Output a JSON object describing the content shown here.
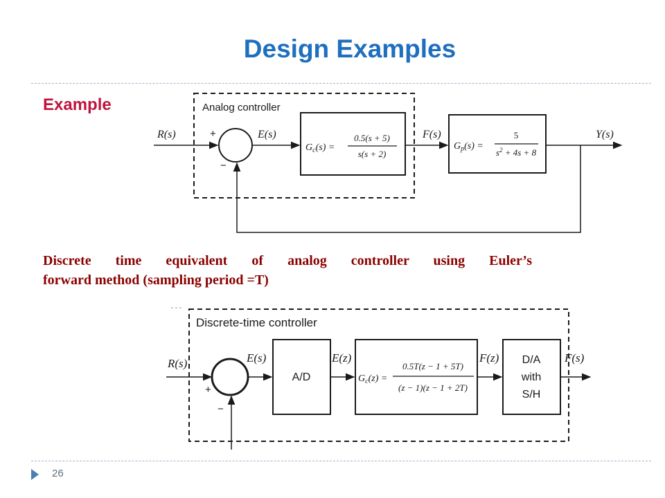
{
  "slide": {
    "title": "Design Examples",
    "example_label": "Example",
    "description_line1": "Discrete time equivalent of analog controller using Euler’s",
    "description_line2": "forward method (sampling period =T)",
    "page_number": "26"
  },
  "analog_diagram": {
    "controller_label": "Analog controller",
    "input": "R(s)",
    "plus": "+",
    "minus": "−",
    "error": "E(s)",
    "controller_tf_lhs": "G",
    "controller_tf_sub": "c",
    "controller_tf_arg": "(s) =",
    "controller_tf_num": "0.5(s + 5)",
    "controller_tf_den": "s(s + 2)",
    "control_signal": "F(s)",
    "plant_tf_lhs": "G",
    "plant_tf_sub": "p",
    "plant_tf_arg": "(s) =",
    "plant_tf_num": "5",
    "plant_tf_den_a": "s",
    "plant_tf_den_exp": "2",
    "plant_tf_den_b": " + 4s + 8",
    "output": "Y(s)"
  },
  "discrete_diagram": {
    "controller_label": "Discrete-time controller",
    "input": "R(s)",
    "plus": "+",
    "minus": "−",
    "error": "E(s)",
    "ad_label": "A/D",
    "error_z": "E(z)",
    "tf_lhs": "G",
    "tf_sub": "c",
    "tf_arg": "(z) =",
    "tf_num": "0.5T(z − 1 + 5T)",
    "tf_den": "(z − 1)(z − 1 + 2T)",
    "control_z": "F(z)",
    "da_line1": "D/A",
    "da_line2": "with",
    "da_line3": "S/H",
    "control_s": "F(s)"
  }
}
